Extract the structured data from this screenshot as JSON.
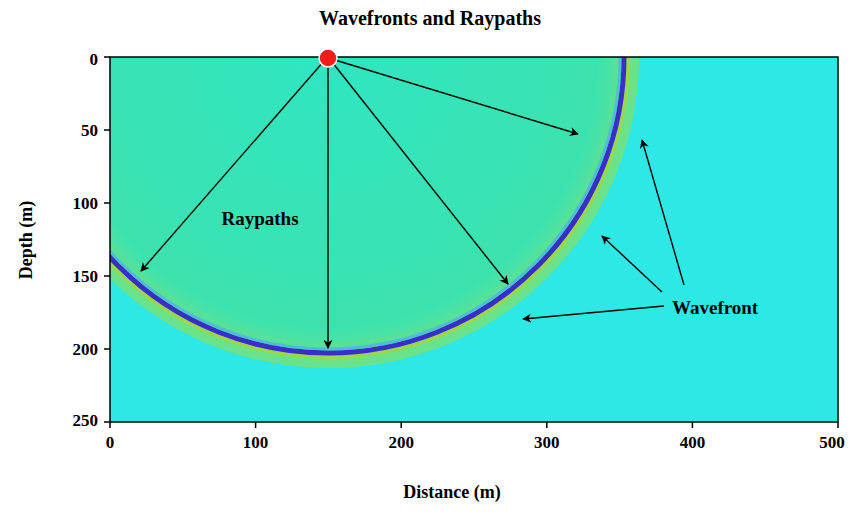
{
  "diagram": {
    "title": "Wavefronts and Raypaths",
    "labels": [
      "0",
      "50",
      "100",
      "150",
      "200",
      "250",
      "0",
      "100",
      "200",
      "300",
      "400",
      "500",
      "Depth (m)",
      "Distance (m)",
      "Raypaths",
      "Wavefront"
    ]
  }
}
